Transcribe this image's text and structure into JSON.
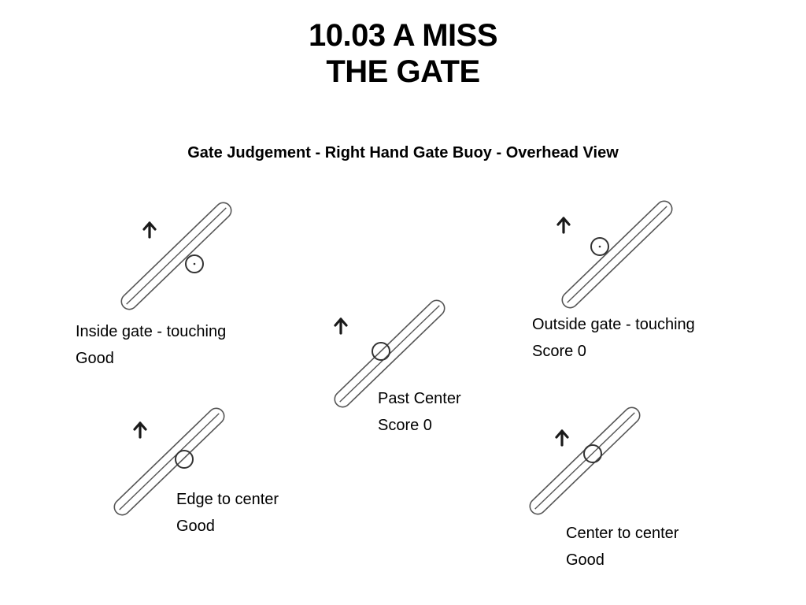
{
  "title": {
    "line1": "10.03 A MISS",
    "line2": "THE GATE"
  },
  "subtitle": "Gate Judgement - Right Hand Gate Buoy - Overhead View",
  "diagrams": [
    {
      "position": "Inside gate - touching",
      "result": "Good"
    },
    {
      "position": "Past Center",
      "result": "Score 0"
    },
    {
      "position": "Outside gate - touching",
      "result": "Score 0"
    },
    {
      "position": "Edge to center",
      "result": "Good"
    },
    {
      "position": "Center to center",
      "result": "Good"
    }
  ]
}
